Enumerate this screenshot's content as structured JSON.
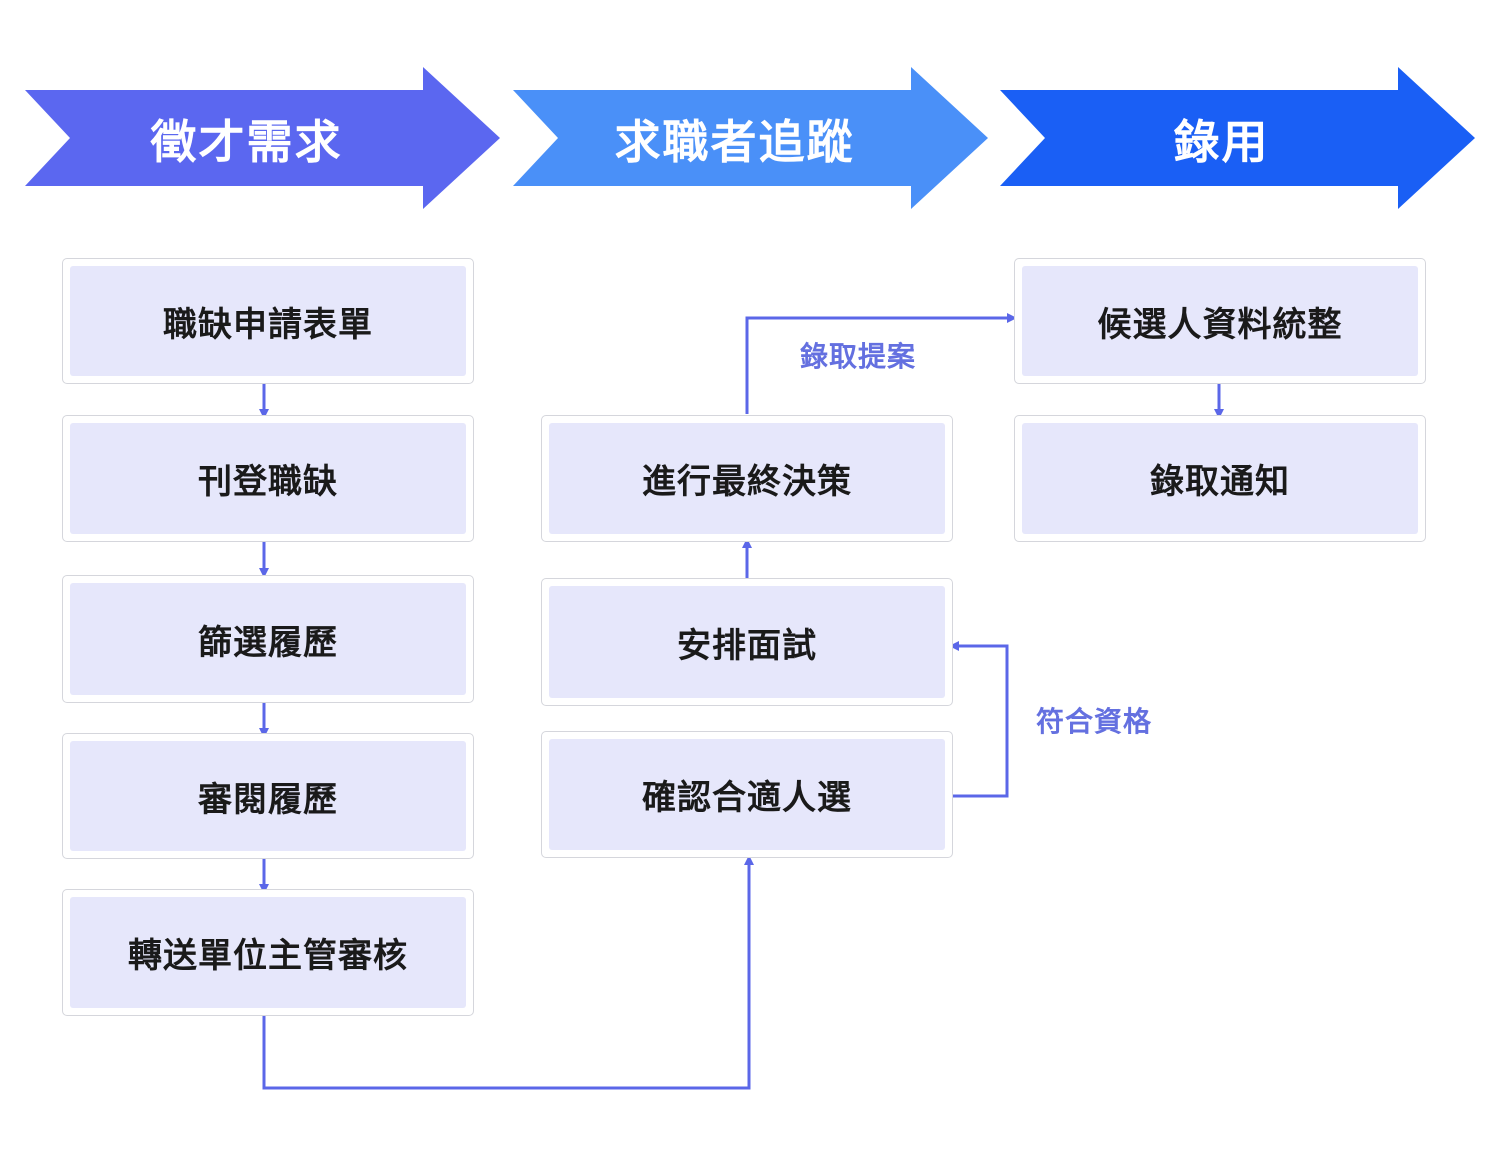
{
  "colors": {
    "phase_1": "#5b67f0",
    "phase_2": "#4a90f8",
    "phase_3": "#1a5ff5",
    "connector": "#5b67e8",
    "box_fill": "#e6e7fb",
    "box_border": "#d5d6dc",
    "edge_label": "#6470e0"
  },
  "phases": [
    {
      "id": "recruitment-demand",
      "label": "徵才需求"
    },
    {
      "id": "candidate-tracking",
      "label": "求職者追蹤"
    },
    {
      "id": "hiring",
      "label": "錄用"
    }
  ],
  "steps": {
    "job_requisition": "職缺申請表單",
    "post_job": "刊登職缺",
    "screen_resumes": "篩選履歷",
    "review_resumes": "審閱履歷",
    "manager_review": "轉送單位主管審核",
    "confirm_candidate": "確認合適人選",
    "schedule_interview": "安排面試",
    "final_decision": "進行最終決策",
    "compile_candidate_data": "候選人資料統整",
    "offer_notice": "錄取通知"
  },
  "edge_labels": {
    "offer_proposal": "錄取提案",
    "qualified": "符合資格"
  }
}
